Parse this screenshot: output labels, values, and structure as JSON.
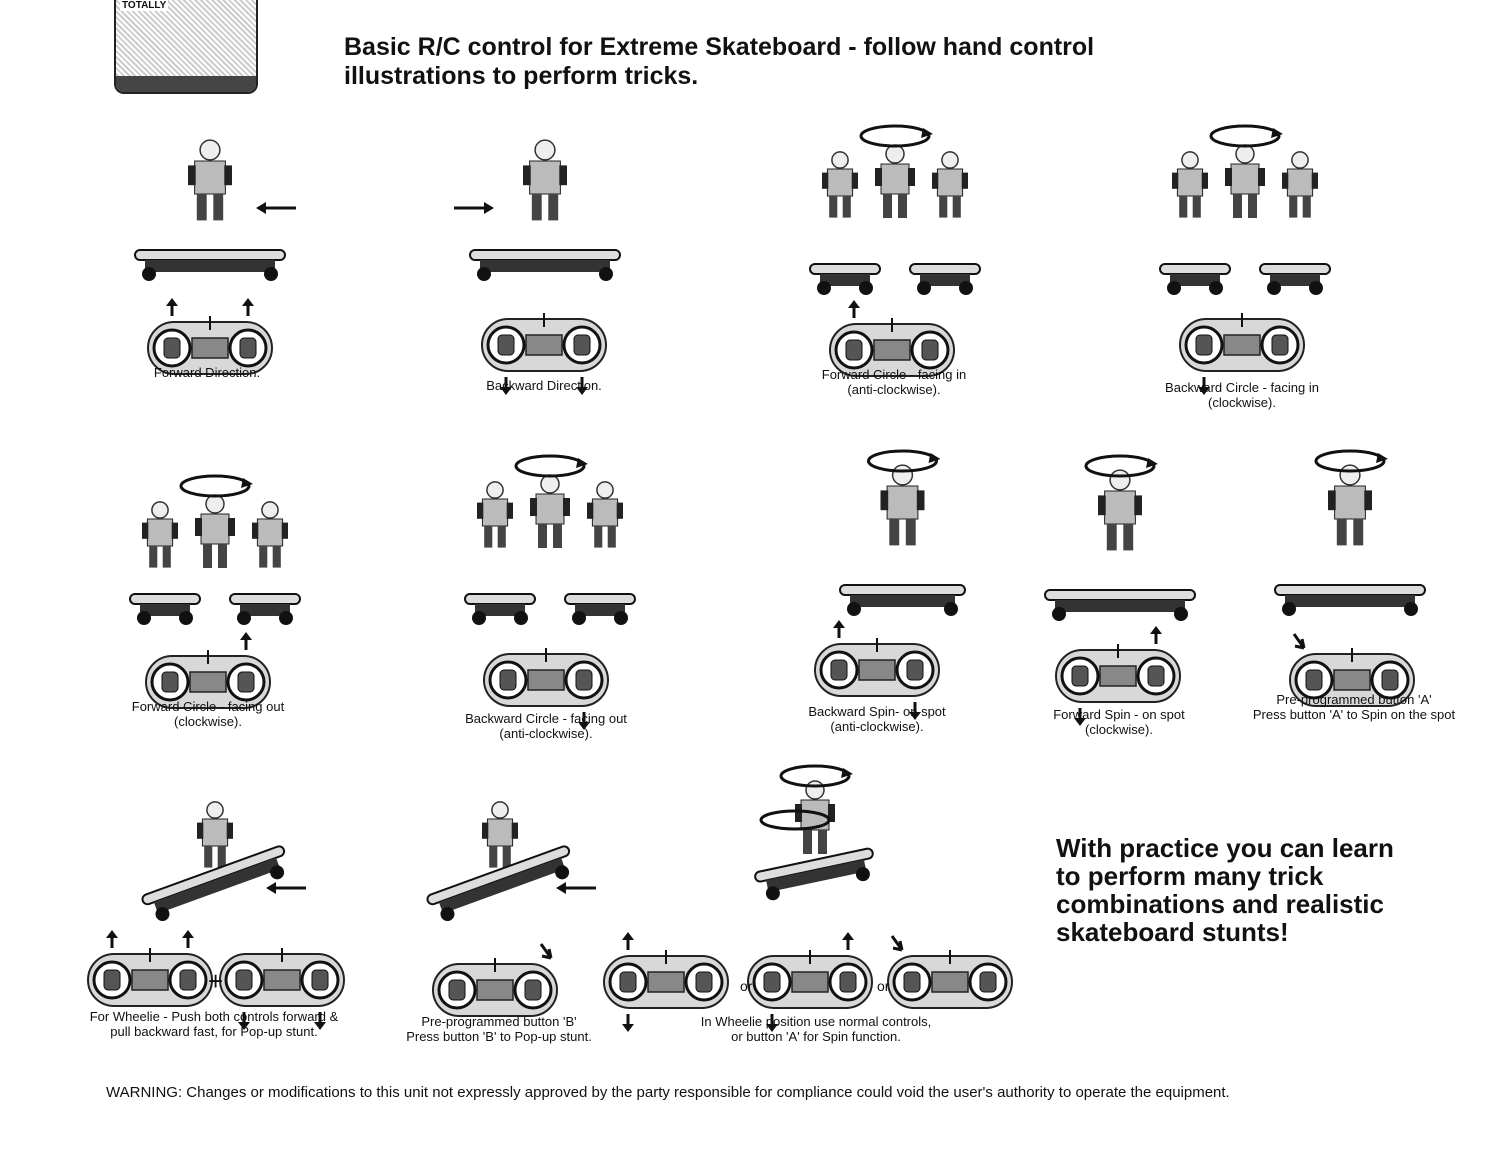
{
  "header": {
    "logo_word": "TOTALLY",
    "title_line1": "Basic R/C control for Extreme Skateboard - follow hand control",
    "title_line2": "illustrations to perform tricks."
  },
  "tricks": [
    {
      "caption_1": "Forward Direction.",
      "caption_2": ""
    },
    {
      "caption_1": "Backward Direction.",
      "caption_2": ""
    },
    {
      "caption_1": "Forward Circle - facing in",
      "caption_2": "(anti-clockwise)."
    },
    {
      "caption_1": "Backward Circle - facing in",
      "caption_2": "(clockwise)."
    },
    {
      "caption_1": "Forward Circle - facing out",
      "caption_2": "(clockwise)."
    },
    {
      "caption_1": "Backward Circle - facing out",
      "caption_2": "(anti-clockwise)."
    },
    {
      "caption_1": "Backward Spin- on spot",
      "caption_2": "(anti-clockwise)."
    },
    {
      "caption_1": "Forward Spin - on spot",
      "caption_2": "(clockwise)."
    },
    {
      "caption_1": "Pre-programmed button 'A'",
      "caption_2": "Press button 'A' to Spin on the spot"
    },
    {
      "caption_1": "For Wheelie - Push both controls forward &",
      "caption_2": "pull backward fast, for Pop-up stunt."
    },
    {
      "caption_1": "Pre-programmed button 'B'",
      "caption_2": "Press button 'B' to Pop-up stunt."
    },
    {
      "caption_1": "In Wheelie position use normal controls,",
      "caption_2": "or button 'A' for Spin function."
    }
  ],
  "joiners": {
    "plus": "+",
    "or": "or"
  },
  "practice_text": {
    "line1": "With practice you can learn",
    "line2": "to perform many trick",
    "line3": "combinations and realistic",
    "line4": "skateboard stunts!"
  },
  "warning": "WARNING: Changes or modifications to this unit not expressly approved by the party responsible for compliance could void the user's authority to operate the equipment.",
  "colors": {
    "ink": "#111111",
    "halftone": "#9a9a9a",
    "background": "#ffffff"
  }
}
